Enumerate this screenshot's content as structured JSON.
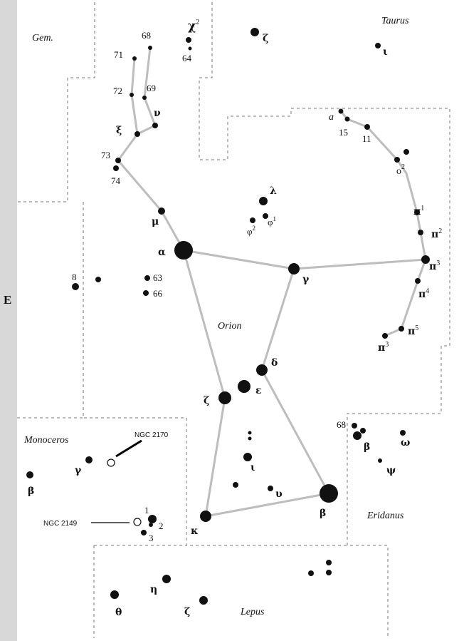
{
  "side_marker": "E",
  "constellations": {
    "orion": "Orion",
    "taurus": "Taurus",
    "gemini": "Gem.",
    "monoceros": "Monoceros",
    "eridanus": "Eridanus",
    "lepus": "Lepus"
  },
  "objects": {
    "ngc_2170": "NGC 2170",
    "ngc_2149": "NGC 2149"
  },
  "orion_labels": {
    "alpha": "α",
    "beta": "β",
    "gamma": "γ",
    "delta": "δ",
    "epsilon": "ε",
    "zeta": "ζ",
    "kappa": "κ",
    "lambda": "λ",
    "iota": "ι",
    "upsilon": "υ",
    "mu": "μ",
    "nu": "ν",
    "xi": "ξ",
    "chi2": "χ",
    "chi2_sup": "2",
    "phi1": "φ",
    "phi1_sup": "1",
    "phi2": "φ",
    "phi2_sup": "2",
    "pi1": "π",
    "pi1_sup": "1",
    "pi2": "π",
    "pi2_sup": "2",
    "pi3": "π",
    "pi3_sup": "3",
    "pi4": "π",
    "pi4_sup": "4",
    "pi5": "π",
    "pi5_sup": "5",
    "pi6": "π",
    "pi6_sup": "3",
    "n8": "8",
    "n63": "63",
    "n66": "66",
    "n64": "64",
    "n68": "68",
    "n69": "69",
    "n71": "71",
    "n72": "72",
    "n73": "73",
    "n74": "74"
  },
  "taurus_labels": {
    "zeta": "ζ",
    "iota": "ι",
    "a": "a",
    "n15": "15",
    "n11": "11",
    "omicron2": "ο",
    "omicron2_sup": "2"
  },
  "eridanus_labels": {
    "n68": "68",
    "beta": "β",
    "omega": "ω",
    "psi": "ψ"
  },
  "monoceros_labels": {
    "gamma": "γ",
    "beta": "β",
    "n1": "1",
    "n2": "2",
    "n3": "3"
  },
  "lepus_labels": {
    "eta": "η",
    "theta": "θ",
    "zeta": "ζ"
  }
}
